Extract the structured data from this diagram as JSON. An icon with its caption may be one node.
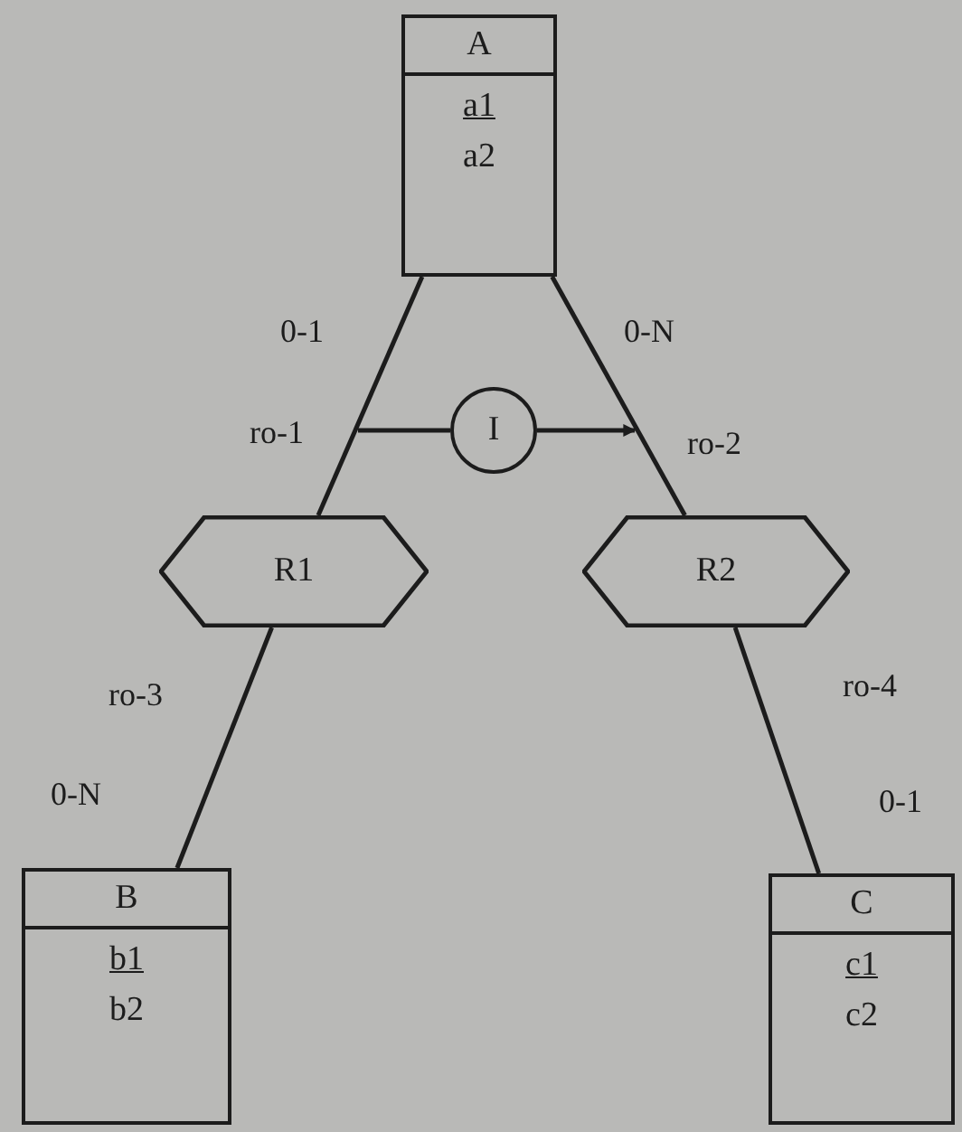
{
  "diagram": {
    "nodes": [
      {
        "text": [
          "A",
          "a1",
          "a2"
        ]
      },
      {
        "text": [
          "R1"
        ]
      },
      {
        "text": [
          "R2"
        ]
      },
      {
        "text": [
          "B",
          "b1",
          "b2"
        ]
      },
      {
        "text": [
          "C",
          "c1",
          "c2"
        ]
      },
      {
        "text": [
          "I"
        ]
      }
    ],
    "edges": [
      {
        "from": 0,
        "to": 1,
        "arrow": "none"
      },
      {
        "from": 0,
        "to": 2,
        "arrow": "none"
      },
      {
        "from": null,
        "to": 5,
        "arrow": "none"
      },
      {
        "from": 5,
        "to": null,
        "arrow": "to"
      },
      {
        "from": 1,
        "to": 3,
        "arrow": "none"
      },
      {
        "from": 2,
        "to": 4,
        "arrow": "none"
      }
    ],
    "labels": [
      "0-1",
      "0-N",
      "ro-1",
      "ro-2",
      "ro-3",
      "ro-4",
      "0-N",
      "0-1"
    ]
  }
}
